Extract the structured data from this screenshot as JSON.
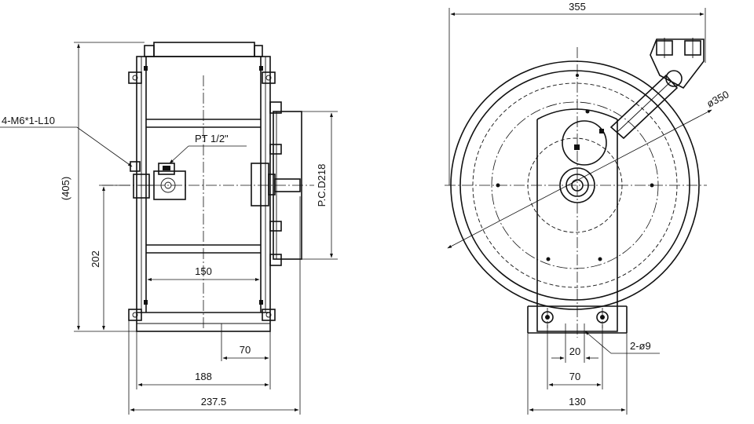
{
  "labels": {
    "thread_spec": "4-M6*1-L10",
    "port": "PT 1/2\"",
    "pcd": "P.C.D218",
    "height_ref": "(405)",
    "hole_spec": "2-ø9",
    "drum_dia": "ø350"
  },
  "dims": {
    "d202": "202",
    "d150": "150",
    "d70_left": "70",
    "d188": "188",
    "d237": "237.5",
    "d355": "355",
    "d20": "20",
    "d70_right": "70",
    "d130": "130"
  }
}
